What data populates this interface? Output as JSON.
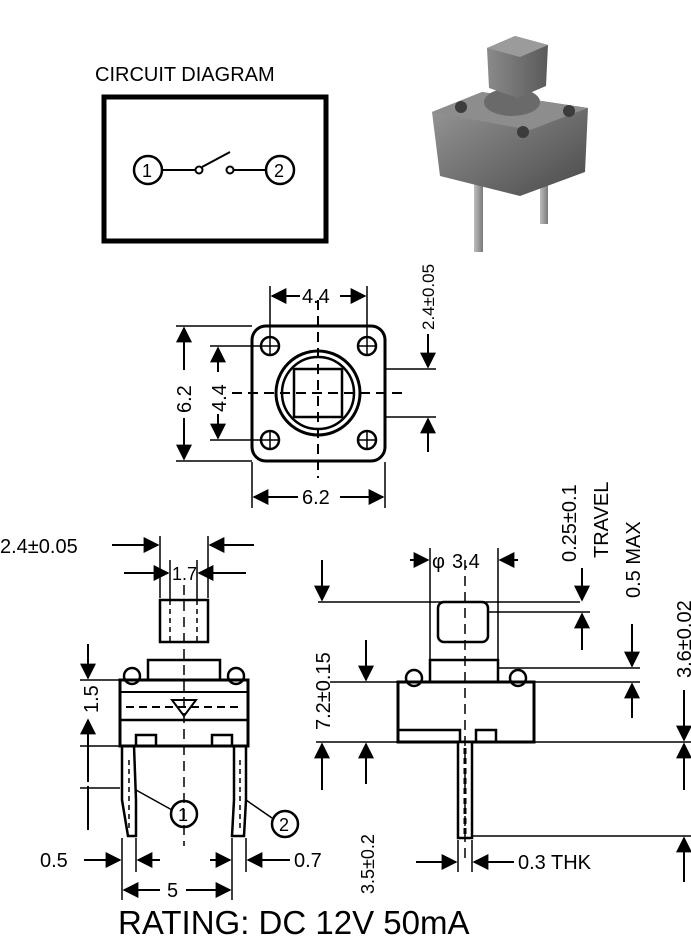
{
  "circuit_diagram": {
    "title": "CIRCUIT DIAGRAM",
    "pin1": "1",
    "pin2": "2"
  },
  "top_view": {
    "width_top": "4.4",
    "width_bottom": "6.2",
    "height_outer": "6.2",
    "height_inner": "4.4",
    "plunger_offset": "2.4±0.05"
  },
  "front_view": {
    "offset": "2.4±0.05",
    "plunger_width": "1.7",
    "body_height": "1.5",
    "pin1": "1",
    "pin2": "2",
    "left_pin": "0.5",
    "right_pin": "0.7",
    "pitch": "5"
  },
  "side_view": {
    "plunger_diameter": "3.4",
    "travel": "0.25±0.1",
    "travel_label": "TRAVEL",
    "overtravel": "0.5 MAX",
    "total_height": "7.2±0.15",
    "body_height": "3.6±0.02",
    "lead_length": "3.5±0.2",
    "lead_thickness": "0.3 THK",
    "phi_symbol": "φ"
  },
  "rating": "RATING: DC 12V 50mA",
  "colors": {
    "ink": "#000000",
    "body_photo": "#6f6f6f",
    "background": "#ffffff"
  }
}
